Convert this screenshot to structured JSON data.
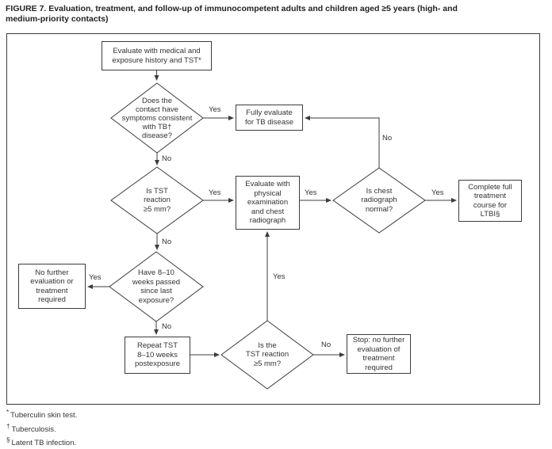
{
  "title": "FIGURE 7. Evaluation, treatment, and follow-up of immunocompetent adults and children aged ≥5 years (high- and\nmedium-priority contacts)",
  "nodes": {
    "evaluate_history": "Evaluate with medical and\nexposure history and TST*",
    "symptoms_diamond": "Does the\ncontact have\nsymptoms consistent\nwith TB†\ndisease?",
    "fully_evaluate": "Fully evaluate\nfor TB disease",
    "tst_diamond": "Is TST\nreaction\n≥5 mm?",
    "physical_exam": "Evaluate with\nphysical\nexamination\nand chest\nradiograph",
    "radiograph_diamond": "Is chest\nradiograph\nnormal?",
    "complete_treatment": "Complete full\ntreatment\ncourse for\nLTBI§",
    "no_further": "No further\nevaluation or\ntreatment\nrequired",
    "weeks_diamond": "Have 8–10\nweeks passed\nsince last\nexposure?",
    "repeat_tst": "Repeat TST\n8–10 weeks\npostexposure",
    "tst2_diamond": "Is the\nTST reaction\n≥5 mm?",
    "stop": "Stop: no further\nevaluation of\ntreatment\nrequired"
  },
  "edge_labels": {
    "symptoms_yes": "Yes",
    "symptoms_no": "No",
    "tst_yes": "Yes",
    "tst_no": "No",
    "exam_yes": "Yes",
    "radiograph_yes": "Yes",
    "radiograph_no": "No",
    "weeks_yes": "Yes",
    "weeks_no": "No",
    "tst2_yes": "Yes",
    "tst2_no": "No"
  },
  "footnotes": [
    {
      "marker": "*",
      "text": "Tuberculin skin test."
    },
    {
      "marker": "†",
      "text": "Tuberculosis."
    },
    {
      "marker": "§",
      "text": "Latent TB infection."
    }
  ]
}
